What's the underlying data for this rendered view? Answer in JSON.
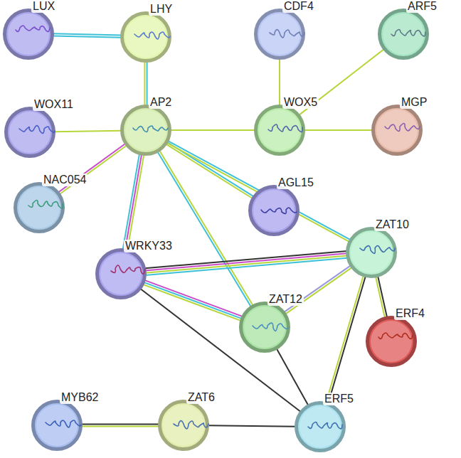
{
  "diagram": {
    "nodes": [
      {
        "text": [
          "LUX"
        ]
      },
      {
        "text": [
          "LHY"
        ]
      },
      {
        "text": [
          "CDF4"
        ]
      },
      {
        "text": [
          "ARF5"
        ]
      },
      {
        "text": [
          "WOX11"
        ]
      },
      {
        "text": [
          "AP2"
        ]
      },
      {
        "text": [
          "WOX5"
        ]
      },
      {
        "text": [
          "MGP"
        ]
      },
      {
        "text": [
          "NAC054"
        ]
      },
      {
        "text": [
          "AGL15"
        ]
      },
      {
        "text": [
          "ZAT10"
        ]
      },
      {
        "text": [
          "WRKY33"
        ]
      },
      {
        "text": [
          "ZAT12"
        ]
      },
      {
        "text": [
          "ERF4"
        ]
      },
      {
        "text": [
          "MYB62"
        ]
      },
      {
        "text": [
          "ZAT6"
        ]
      },
      {
        "text": [
          "ERF5"
        ]
      }
    ],
    "edges": [
      {
        "from": 0,
        "to": 1,
        "arrow": "none"
      },
      {
        "from": 1,
        "to": 5,
        "arrow": "none"
      },
      {
        "from": 2,
        "to": 6,
        "arrow": "none"
      },
      {
        "from": 3,
        "to": 6,
        "arrow": "none"
      },
      {
        "from": 4,
        "to": 5,
        "arrow": "none"
      },
      {
        "from": 5,
        "to": 6,
        "arrow": "none"
      },
      {
        "from": 6,
        "to": 7,
        "arrow": "none"
      },
      {
        "from": 5,
        "to": 8,
        "arrow": "none"
      },
      {
        "from": 5,
        "to": 9,
        "arrow": "none"
      },
      {
        "from": 5,
        "to": 10,
        "arrow": "none"
      },
      {
        "from": 5,
        "to": 11,
        "arrow": "none"
      },
      {
        "from": 5,
        "to": 12,
        "arrow": "none"
      },
      {
        "from": 11,
        "to": 10,
        "arrow": "none"
      },
      {
        "from": 11,
        "to": 12,
        "arrow": "none"
      },
      {
        "from": 11,
        "to": 16,
        "arrow": "none"
      },
      {
        "from": 12,
        "to": 10,
        "arrow": "none"
      },
      {
        "from": 10,
        "to": 13,
        "arrow": "none"
      },
      {
        "from": 10,
        "to": 16,
        "arrow": "none"
      },
      {
        "from": 12,
        "to": 16,
        "arrow": "none"
      },
      {
        "from": 14,
        "to": 15,
        "arrow": "none"
      },
      {
        "from": 15,
        "to": 16,
        "arrow": "none"
      }
    ]
  }
}
